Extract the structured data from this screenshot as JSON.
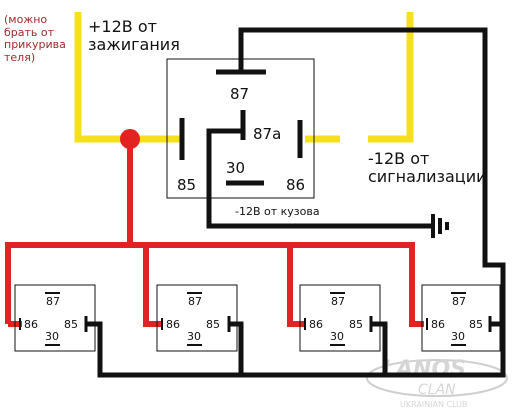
{
  "labels": {
    "note_left": "(можно\nбрать от\nприкурива\nтеля)",
    "ignition": "+12В от\nзажигания",
    "alarm": "-12В от\nсигнализации",
    "ground": "-12В от кузова"
  },
  "main_relay": {
    "pin_87": "87",
    "pin_87a": "87a",
    "pin_30": "30",
    "pin_85": "85",
    "pin_86": "86"
  },
  "small_relays": [
    {
      "p87": "87",
      "p86": "86",
      "p30": "30",
      "p85": "85"
    },
    {
      "p87": "87",
      "p86": "86",
      "p30": "30",
      "p85": "85"
    },
    {
      "p87": "87",
      "p86": "86",
      "p30": "30",
      "p85": "85"
    },
    {
      "p87": "87",
      "p86": "86",
      "p30": "30",
      "p85": "85"
    }
  ],
  "watermark": {
    "line1": "LANOS",
    "line2": "CLAN",
    "line3": "UKRAINIAN CLUB"
  },
  "colors": {
    "positive": "#e32222",
    "signal": "#f5e01e",
    "ground": "#111111",
    "node": "#e32222"
  }
}
